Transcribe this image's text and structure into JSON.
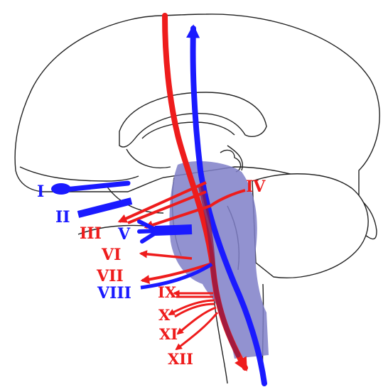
{
  "colors": {
    "sensory": "#1a1aff",
    "motor": "#ee1c1c",
    "brainstem_fill": "#7f7fc8",
    "outline": "#222222",
    "background": "#ffffff"
  },
  "nerves": [
    {
      "id": "I",
      "label": "I",
      "color": "sensory"
    },
    {
      "id": "II",
      "label": "II",
      "color": "sensory"
    },
    {
      "id": "III",
      "label": "III",
      "color": "motor"
    },
    {
      "id": "IV",
      "label": "IV",
      "color": "motor"
    },
    {
      "id": "V",
      "label": "V",
      "color": "sensory"
    },
    {
      "id": "VI",
      "label": "VI",
      "color": "motor"
    },
    {
      "id": "VII",
      "label": "VII",
      "color": "motor"
    },
    {
      "id": "VIII",
      "label": "VIII",
      "color": "sensory"
    },
    {
      "id": "IX",
      "label": "IX",
      "color": "motor"
    },
    {
      "id": "X",
      "label": "X",
      "color": "motor"
    },
    {
      "id": "XI",
      "label": "XI",
      "color": "motor"
    },
    {
      "id": "XII",
      "label": "XII",
      "color": "motor"
    }
  ]
}
